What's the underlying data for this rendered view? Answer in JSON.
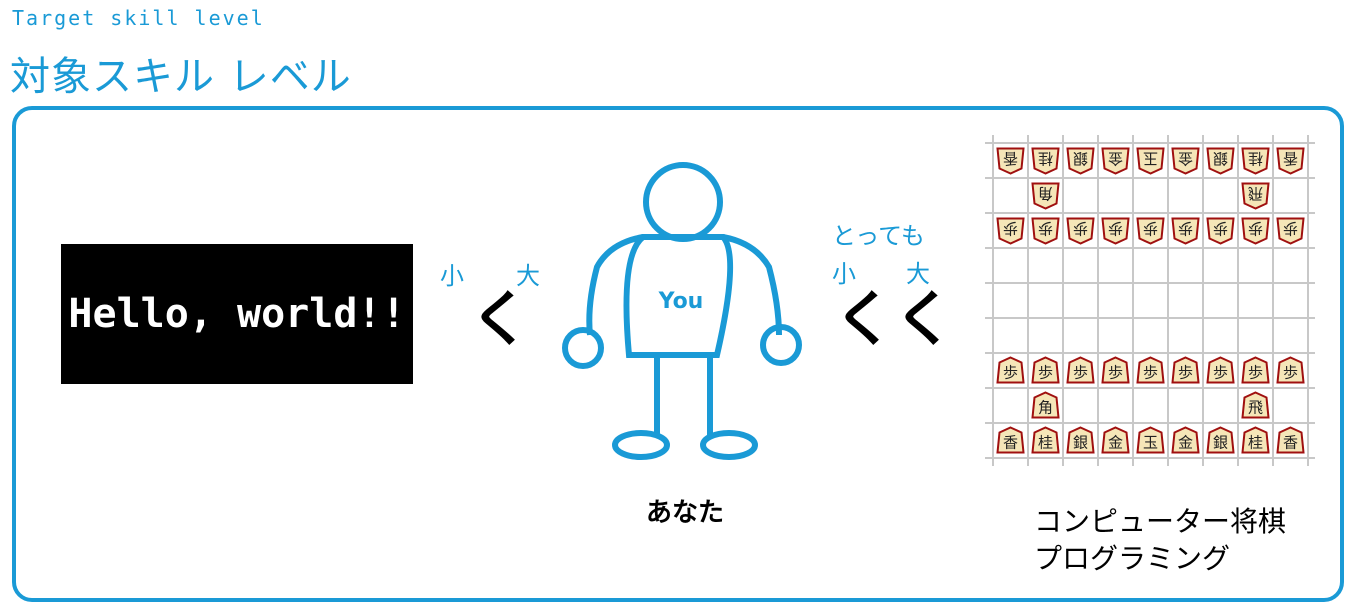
{
  "header": {
    "subtitle": "Target skill level",
    "title": "対象スキル レベル"
  },
  "hello": {
    "text": "Hello, world!!"
  },
  "left_compare": {
    "small": "小",
    "large": "大",
    "symbol": "く"
  },
  "person": {
    "chest_label": "You",
    "caption": "あなた"
  },
  "right_compare": {
    "qualifier": "とっても",
    "small": "小",
    "large": "大",
    "symbol": "くく"
  },
  "shogi": {
    "caption_line1": "コンピューター将棋",
    "caption_line2": "プログラミング",
    "board": [
      [
        "香",
        "桂",
        "銀",
        "金",
        "玉",
        "金",
        "銀",
        "桂",
        "香"
      ],
      [
        "",
        "角",
        "",
        "",
        "",
        "",
        "",
        "飛",
        ""
      ],
      [
        "歩",
        "歩",
        "歩",
        "歩",
        "歩",
        "歩",
        "歩",
        "歩",
        "歩"
      ],
      [
        "",
        "",
        "",
        "",
        "",
        "",
        "",
        "",
        ""
      ],
      [
        "",
        "",
        "",
        "",
        "",
        "",
        "",
        "",
        ""
      ],
      [
        "",
        "",
        "",
        "",
        "",
        "",
        "",
        "",
        ""
      ],
      [
        "歩",
        "歩",
        "歩",
        "歩",
        "歩",
        "歩",
        "歩",
        "歩",
        "歩"
      ],
      [
        "",
        "角",
        "",
        "",
        "",
        "",
        "",
        "飛",
        ""
      ],
      [
        "香",
        "桂",
        "銀",
        "金",
        "玉",
        "金",
        "銀",
        "桂",
        "香"
      ]
    ]
  },
  "colors": {
    "accent": "#1a9ad6",
    "piece_fill": "#f5e6b8",
    "piece_border": "#a01010"
  }
}
